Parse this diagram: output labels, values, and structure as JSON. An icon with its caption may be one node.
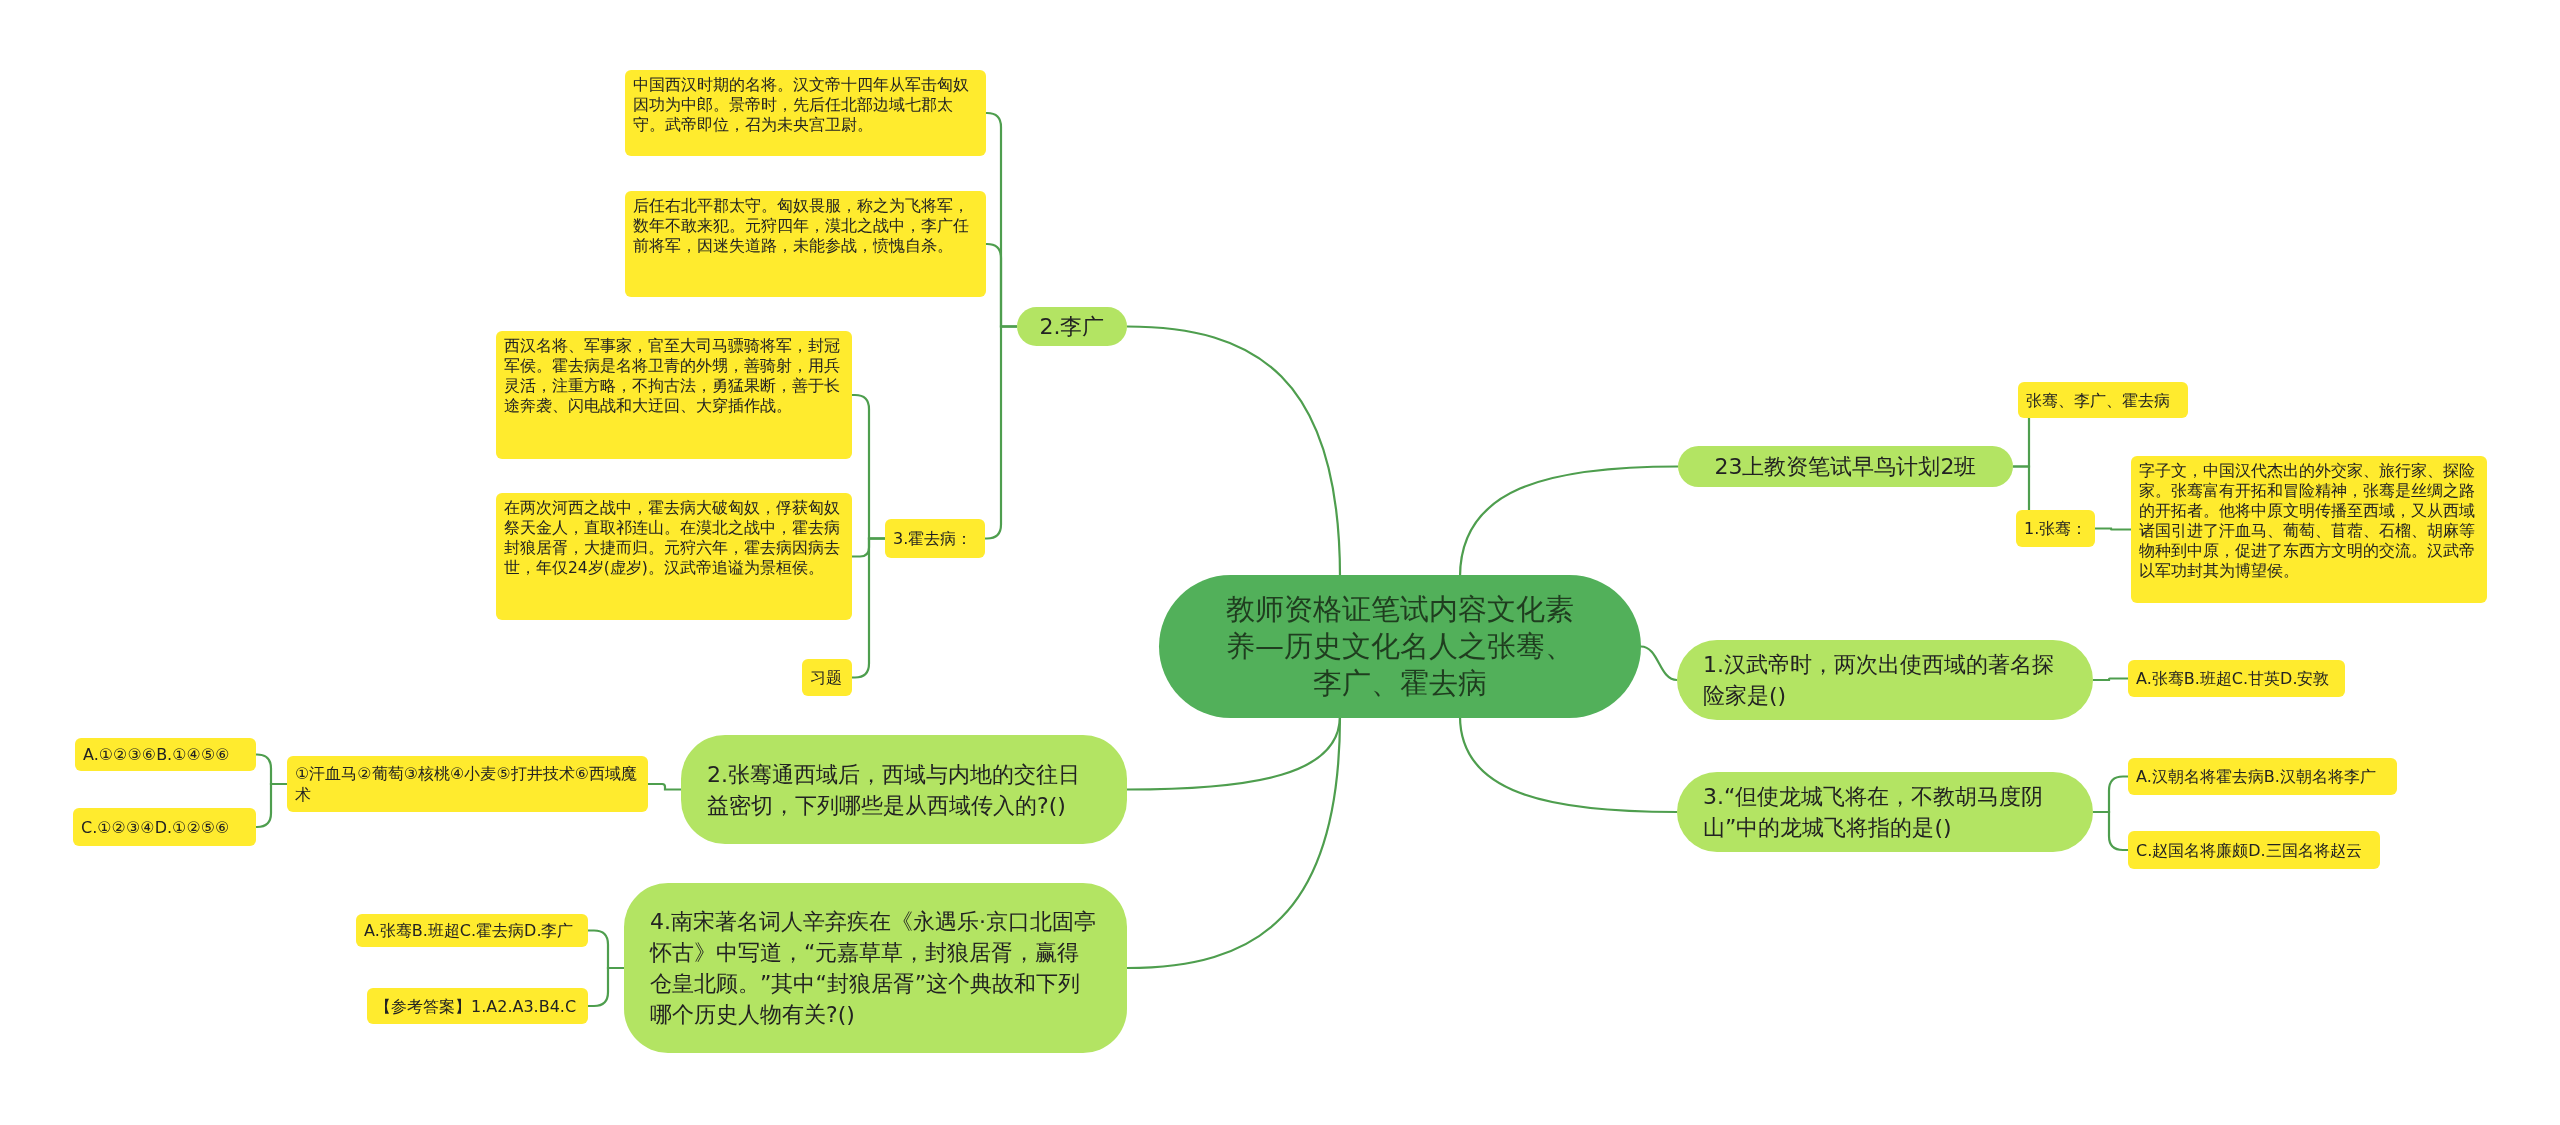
{
  "diagram": {
    "nodes": [
      {
        "text": [
          "教师资格证笔试内容文化素养—历史文化名人之张骞、李广、霍去病"
        ]
      },
      {
        "text": [
          "2.李广"
        ]
      },
      {
        "text": [
          "中国西汉时期的名将。汉文帝十四年从军击匈奴因功为中郎。景帝时，先后任北部边域七郡太守。武帝即位，召为未央宫卫尉。"
        ]
      },
      {
        "text": [
          "后任右北平郡太守。匈奴畏服，称之为飞将军，数年不敢来犯。元狩四年，漠北之战中，李广任前将军，因迷失道路，未能参战，愤愧自杀。"
        ]
      },
      {
        "text": [
          "3.霍去病："
        ]
      },
      {
        "text": [
          "西汉名将、军事家，官至大司马骠骑将军，封冠军侯。霍去病是名将卫青的外甥，善骑射，用兵灵活，注重方略，不拘古法，勇猛果断，善于长途奔袭、闪电战和大迂回、大穿插作战。"
        ]
      },
      {
        "text": [
          "在两次河西之战中，霍去病大破匈奴，俘获匈奴祭天金人，直取祁连山。在漠北之战中，霍去病封狼居胥，大捷而归。元狩六年，霍去病因病去世，年仅24岁(虚岁)。汉武帝追谥为景桓侯。"
        ]
      },
      {
        "text": [
          "习题"
        ]
      },
      {
        "text": [
          "2.张骞通西域后，西域与内地的交往日益密切，下列哪些是从西域传入的?()"
        ]
      },
      {
        "text": [
          "①汗血马②葡萄③核桃④小麦⑤打井技术⑥西域魔术"
        ]
      },
      {
        "text": [
          "A.①②③⑥B.①④⑤⑥"
        ]
      },
      {
        "text": [
          "C.①②③④D.①②⑤⑥"
        ]
      },
      {
        "text": [
          "4.南宋著名词人辛弃疾在《永遇乐·京口北固亭怀古》中写道，“元嘉草草，封狼居胥，赢得仓皇北顾。”其中“封狼居胥”这个典故和下列哪个历史人物有关?()"
        ]
      },
      {
        "text": [
          "A.张骞B.班超C.霍去病D.李广"
        ]
      },
      {
        "text": [
          "【参考答案】1.A2.A3.B4.C"
        ]
      },
      {
        "text": [
          "23上教资笔试早鸟计划2班"
        ]
      },
      {
        "text": [
          "张骞、李广、霍去病"
        ]
      },
      {
        "text": [
          "1.张骞："
        ]
      },
      {
        "text": [
          "字子文，中国汉代杰出的外交家、旅行家、探险家。张骞富有开拓和冒险精神，张骞是丝绸之路的开拓者。他将中原文明传播至西域，又从西域诸国引进了汗血马、葡萄、苜蓿、石榴、胡麻等物种到中原，促进了东西方文明的交流。汉武帝以军功封其为博望侯。"
        ]
      },
      {
        "text": [
          "1.汉武帝时，两次出使西域的著名探险家是()"
        ]
      },
      {
        "text": [
          "A.张骞B.班超C.甘英D.安敦"
        ]
      },
      {
        "text": [
          "3.“但使龙城飞将在，不教胡马度阴山”中的龙城飞将指的是()"
        ]
      },
      {
        "text": [
          "A.汉朝名将霍去病B.汉朝名将李广"
        ]
      },
      {
        "text": [
          "C.赵国名将廉颇D.三国名将赵云"
        ]
      }
    ],
    "edges": [
      {
        "from": 0,
        "to": 1,
        "arrow": "none"
      },
      {
        "from": 1,
        "to": 2,
        "arrow": "none"
      },
      {
        "from": 1,
        "to": 3,
        "arrow": "none"
      },
      {
        "from": 1,
        "to": 4,
        "arrow": "none"
      },
      {
        "from": 4,
        "to": 5,
        "arrow": "none"
      },
      {
        "from": 4,
        "to": 6,
        "arrow": "none"
      },
      {
        "from": 4,
        "to": 7,
        "arrow": "none"
      },
      {
        "from": 0,
        "to": 8,
        "arrow": "none"
      },
      {
        "from": 8,
        "to": 9,
        "arrow": "none"
      },
      {
        "from": 9,
        "to": 10,
        "arrow": "none"
      },
      {
        "from": 9,
        "to": 11,
        "arrow": "none"
      },
      {
        "from": 0,
        "to": 12,
        "arrow": "none"
      },
      {
        "from": 12,
        "to": 13,
        "arrow": "none"
      },
      {
        "from": 12,
        "to": 14,
        "arrow": "none"
      },
      {
        "from": 0,
        "to": 15,
        "arrow": "none"
      },
      {
        "from": 15,
        "to": 16,
        "arrow": "none"
      },
      {
        "from": 15,
        "to": 17,
        "arrow": "none"
      },
      {
        "from": 17,
        "to": 18,
        "arrow": "none"
      },
      {
        "from": 0,
        "to": 19,
        "arrow": "none"
      },
      {
        "from": 19,
        "to": 20,
        "arrow": "none"
      },
      {
        "from": 0,
        "to": 21,
        "arrow": "none"
      },
      {
        "from": 21,
        "to": 22,
        "arrow": "none"
      },
      {
        "from": 21,
        "to": 23,
        "arrow": "none"
      }
    ]
  }
}
